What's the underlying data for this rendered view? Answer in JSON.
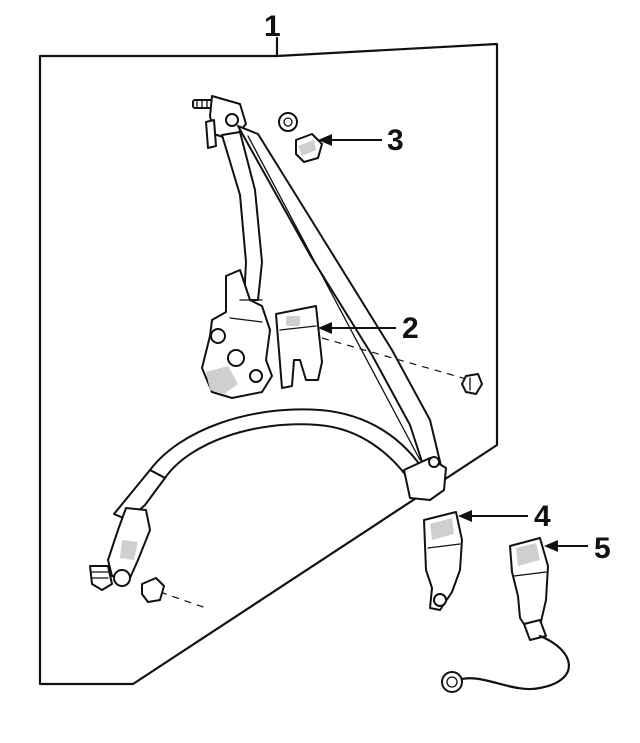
{
  "diagram": {
    "callouts": [
      {
        "id": "1",
        "label": "1"
      },
      {
        "id": "2",
        "label": "2"
      },
      {
        "id": "3",
        "label": "3"
      },
      {
        "id": "4",
        "label": "4"
      },
      {
        "id": "5",
        "label": "5"
      }
    ],
    "colors": {
      "line": "#111111",
      "background": "#ffffff",
      "shading": "#cfcfcf"
    }
  }
}
